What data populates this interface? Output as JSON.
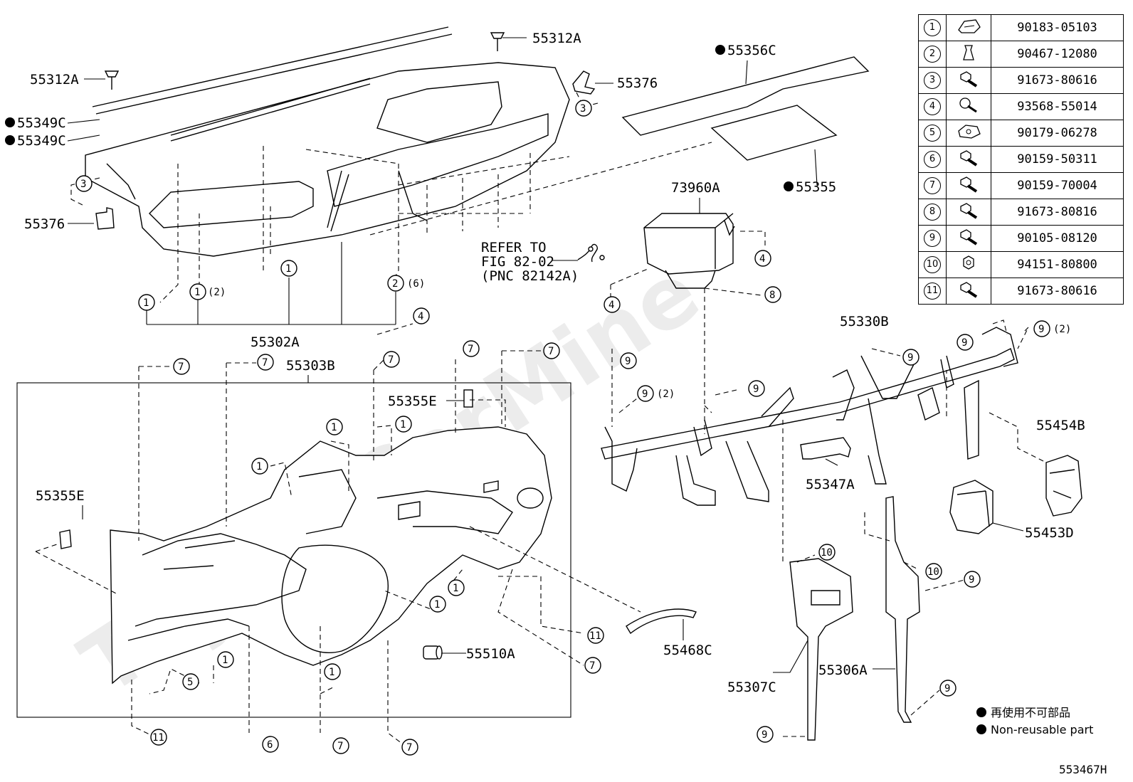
{
  "watermark": "ToyotaCarMine",
  "diagram_code": "553467H",
  "notes": {
    "non_reusable_jp": "再使用不可部品",
    "non_reusable_en": "Non-reusable part"
  },
  "legend": [
    {
      "num": "1",
      "icon": "clip-nut-icon",
      "part": "90183-05103"
    },
    {
      "num": "2",
      "icon": "clip-icon",
      "part": "90467-12080"
    },
    {
      "num": "3",
      "icon": "bolt-icon",
      "part": "91673-80616"
    },
    {
      "num": "4",
      "icon": "screw-icon",
      "part": "93568-55014"
    },
    {
      "num": "5",
      "icon": "nut-clip-icon",
      "part": "90179-06278"
    },
    {
      "num": "6",
      "icon": "bolt-icon",
      "part": "90159-50311"
    },
    {
      "num": "7",
      "icon": "bolt-icon",
      "part": "90159-70004"
    },
    {
      "num": "8",
      "icon": "bolt-icon",
      "part": "91673-80816"
    },
    {
      "num": "9",
      "icon": "bolt-icon",
      "part": "90105-08120"
    },
    {
      "num": "10",
      "icon": "nut-icon",
      "part": "94151-80800"
    },
    {
      "num": "11",
      "icon": "bolt-icon",
      "part": "91673-80616"
    }
  ],
  "labels": {
    "p55312A_left": "55312A",
    "p55312A_top": "55312A",
    "p55349C_a": "55349C",
    "p55349C_b": "55349C",
    "p55376_left": "55376",
    "p55376_right": "55376",
    "p55356C": "55356C",
    "p55355": "55355",
    "p73960A": "73960A",
    "refer_line1": "REFER TO",
    "refer_line2": "FIG 82-02",
    "refer_line3": "(PNC 82142A)",
    "p55302A": "55302A",
    "p55303B": "55303B",
    "p55355E_top": "55355E",
    "p55355E_left": "55355E",
    "p55330B": "55330B",
    "p55454B": "55454B",
    "p55347A": "55347A",
    "p55453D": "55453D",
    "p55510A": "55510A",
    "p55468C": "55468C",
    "p55306A": "55306A",
    "p55307C": "55307C",
    "qty_2": "(2)",
    "qty_6": "(6)"
  }
}
